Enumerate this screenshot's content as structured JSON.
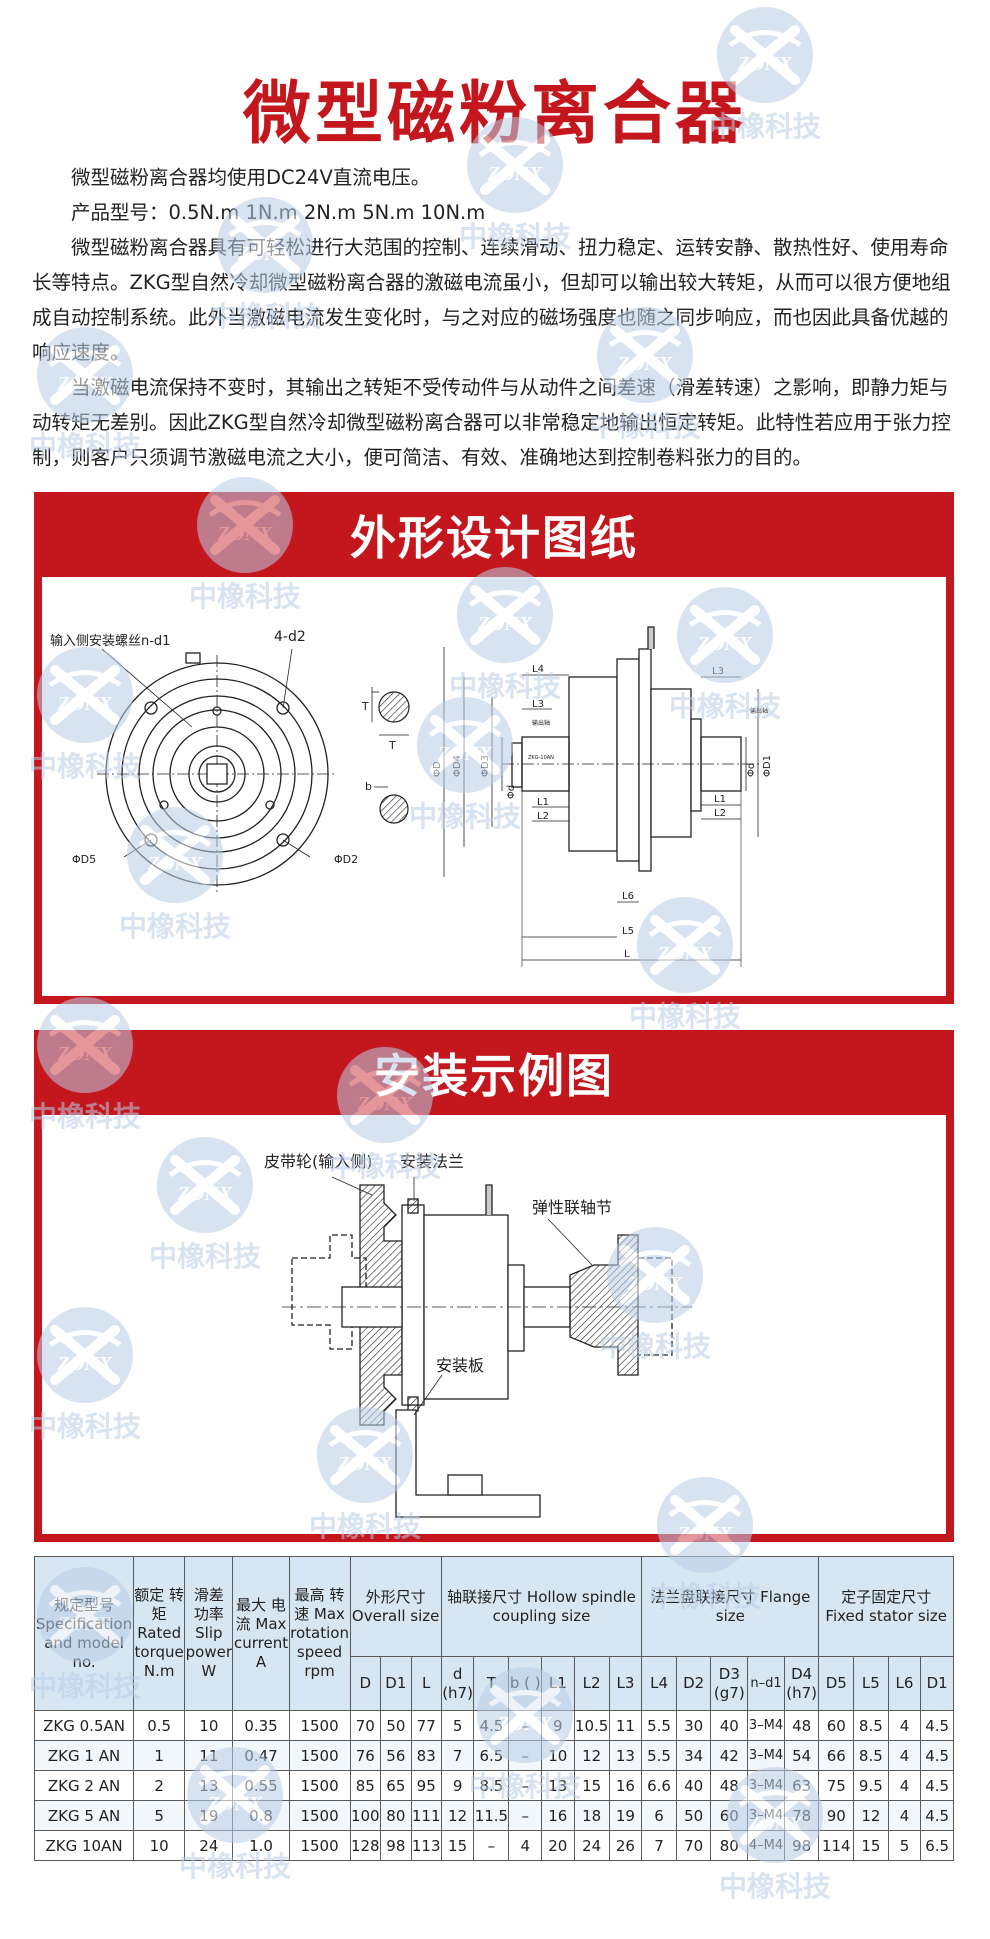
{
  "title": "微型磁粉离合器",
  "intro": {
    "p1": "微型磁粉离合器均使用DC24V直流电压。",
    "p2": "产品型号：0.5N.m  1N.m  2N.m  5N.m  10N.m",
    "p3": "微型磁粉离合器具有可轻松进行大范围的控制、连续滑动、扭力稳定、运转安静、散热性好、使用寿命长等特点。ZKG型自然冷却微型磁粉离合器的激磁电流虽小，但却可以输出较大转矩，从而可以很方便地组成自动控制系统。此外当激磁电流发生变化时，与之对应的磁场强度也随之同步响应，而也因此具备优越的响应速度。",
    "p4": "当激磁电流保持不变时，其输出之转矩不受传动件与从动件之间差速（滑差转速）之影响，即静力矩与动转矩无差别。因此ZKG型自然冷却微型磁粉离合器可以非常稳定地输出恒定转矩。此特性若应用于张力控制，则客户只须调节激磁电流之大小，便可简洁、有效、准确地达到控制卷料张力的目的。"
  },
  "watermark": {
    "brand": "ZONX",
    "cn": "中橡科技"
  },
  "section1": {
    "title": "外形设计图纸",
    "labels": {
      "screw": "输入侧安装螺丝n-d1",
      "holes": "4-d2",
      "d5": "ΦD5",
      "d2": "ΦD2",
      "t": "T",
      "b": "b",
      "l4": "L4",
      "l3": "L3",
      "l1": "L1",
      "l2": "L2",
      "l6": "L6",
      "l5": "L5",
      "l": "L",
      "d": "ΦD",
      "d4": "ΦD4",
      "d3": "ΦD3",
      "dd": "Φd",
      "d1": "ΦD1",
      "d_right": "Φd",
      "shaft_in": "输出轴",
      "shaft_out": "输出轴",
      "nameplate": "ZKG-10AN"
    }
  },
  "section2": {
    "title": "安装示例图",
    "labels": {
      "pulley": "皮带轮(输入侧)",
      "flange": "安装法兰",
      "coupling": "弹性联轴节",
      "plate": "安装板"
    }
  },
  "table": {
    "header1": [
      {
        "text": "规定型号 Specification and model no."
      },
      {
        "text": "额定 转矩 Rated torque N.m"
      },
      {
        "text": "滑差 功率 Slip power W"
      },
      {
        "text": "最大 电流 Max current A"
      },
      {
        "text": "最高 转速 Max rotation speed rpm"
      },
      {
        "text": "外形尺寸 Overall size"
      },
      {
        "text": "轴联接尺寸 Hollow spindle coupling size"
      },
      {
        "text": "法兰盘联接尺寸 Flange size"
      },
      {
        "text": "定子固定尺寸 Fixed stator size"
      }
    ],
    "header2": [
      "D",
      "D1",
      "L",
      "d (h7)",
      "T",
      "b ( )",
      "L1",
      "L2",
      "L3",
      "L4",
      "D2",
      "D3 (g7)",
      "n–d1",
      "D4 (h7)",
      "D5",
      "L5",
      "L6",
      "D1"
    ],
    "rows": [
      [
        "ZKG 0.5AN",
        "0.5",
        "10",
        "0.35",
        "1500",
        "70",
        "50",
        "77",
        "5",
        "4.5",
        "–",
        "9",
        "10.5",
        "11",
        "5.5",
        "30",
        "40",
        "3–M4",
        "48",
        "60",
        "8.5",
        "4",
        "4.5"
      ],
      [
        "ZKG  1 AN",
        "1",
        "11",
        "0.47",
        "1500",
        "76",
        "56",
        "83",
        "7",
        "6.5",
        "–",
        "10",
        "12",
        "13",
        "5.5",
        "34",
        "42",
        "3–M4",
        "54",
        "66",
        "8.5",
        "4",
        "4.5"
      ],
      [
        "ZKG  2 AN",
        "2",
        "13",
        "0.55",
        "1500",
        "85",
        "65",
        "95",
        "9",
        "8.5",
        "–",
        "13",
        "15",
        "16",
        "6.6",
        "40",
        "48",
        "3–M4",
        "63",
        "75",
        "9.5",
        "4",
        "4.5"
      ],
      [
        "ZKG  5 AN",
        "5",
        "19",
        "0.8",
        "1500",
        "100",
        "80",
        "111",
        "12",
        "11.5",
        "–",
        "16",
        "18",
        "19",
        "6",
        "50",
        "60",
        "3–M4",
        "78",
        "90",
        "12",
        "4",
        "4.5"
      ],
      [
        "ZKG 10AN",
        "10",
        "24",
        "1.0",
        "1500",
        "128",
        "98",
        "113",
        "15",
        "–",
        "4",
        "20",
        "24",
        "26",
        "7",
        "70",
        "80",
        "4–M4",
        "98",
        "114",
        "15",
        "5",
        "6.5"
      ]
    ]
  }
}
